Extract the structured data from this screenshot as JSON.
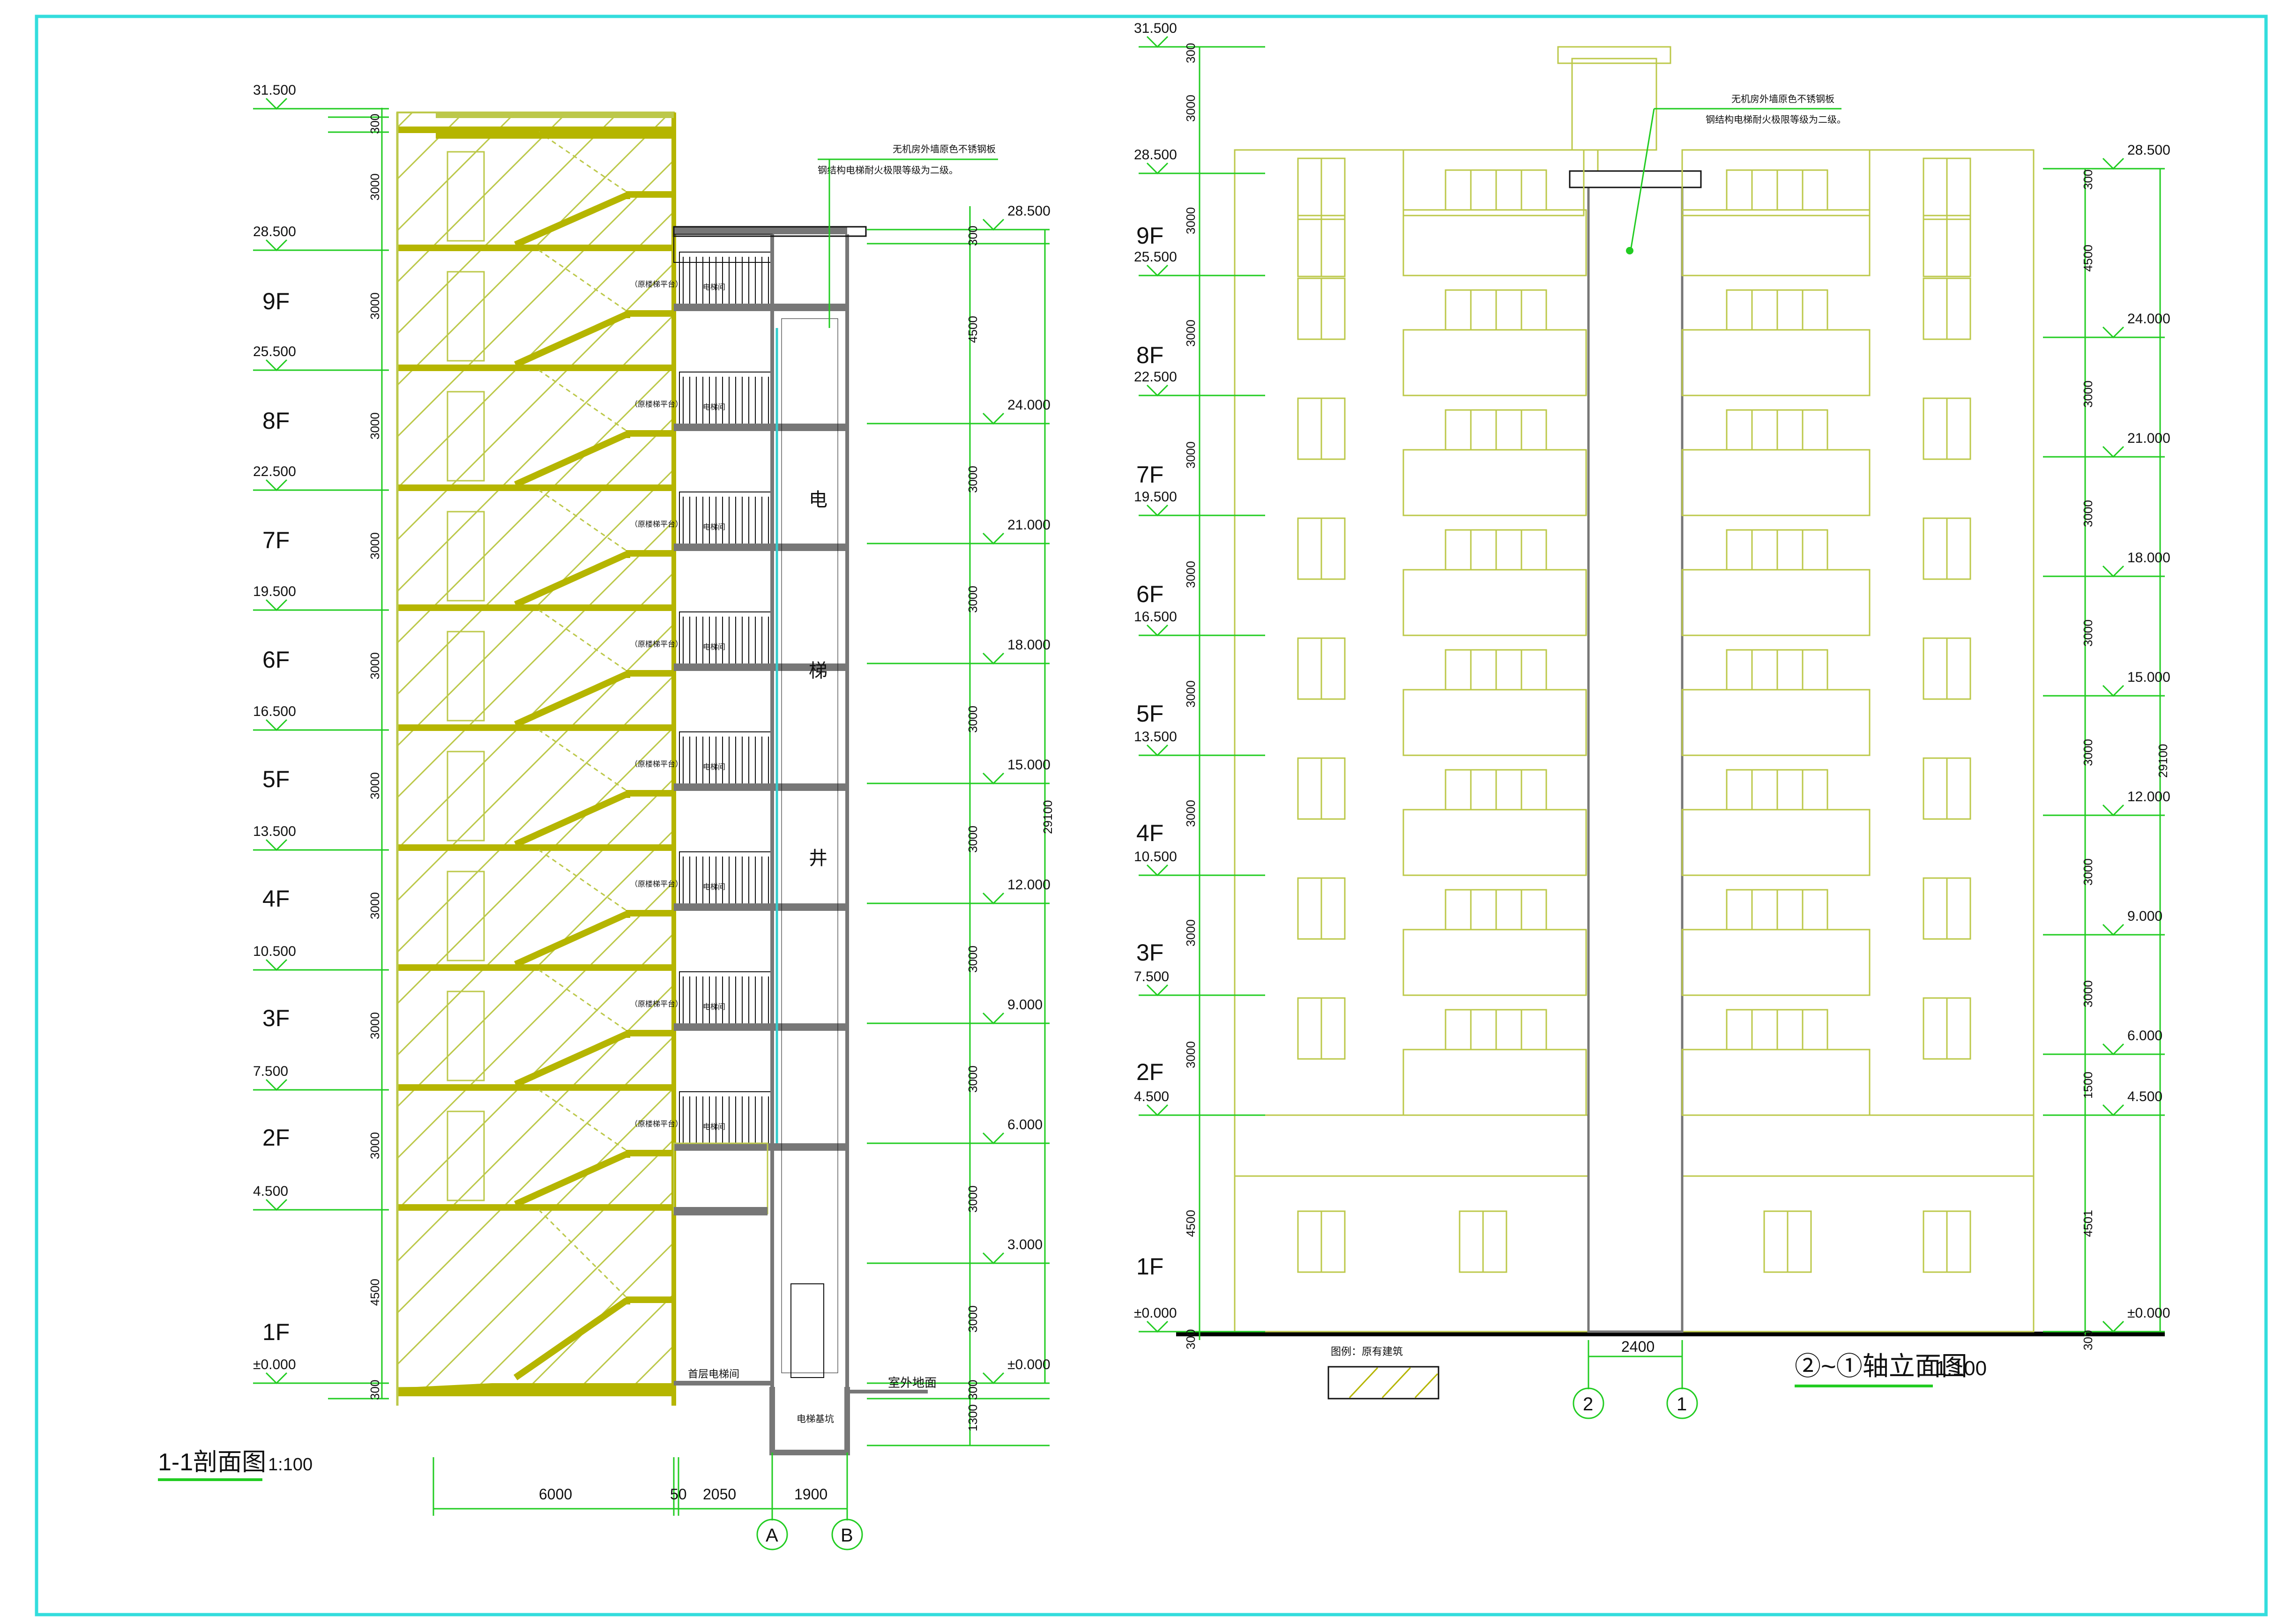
{
  "colors": {
    "frame": "#33dddd",
    "dim": "#22cc22",
    "structure": "#b5b500",
    "outline": "#bcc84a",
    "glass": "#33cccc",
    "ink": "#111111",
    "floor_slab": "#777777",
    "ground": "#000000"
  },
  "section": {
    "title": "1-1剖面图",
    "scale": "1:100",
    "floor_labels": [
      "1F",
      "2F",
      "3F",
      "4F",
      "5F",
      "6F",
      "7F",
      "8F",
      "9F"
    ],
    "left_elevations": [
      "±0.000",
      "4.500",
      "7.500",
      "10.500",
      "13.500",
      "16.500",
      "19.500",
      "22.500",
      "25.500",
      "28.500",
      "31.500"
    ],
    "left_dims": [
      "300",
      "4500",
      "3000",
      "3000",
      "3000",
      "3000",
      "3000",
      "3000",
      "3000",
      "3000",
      "3000",
      "300"
    ],
    "right_elevations": [
      "±0.000",
      "3.000",
      "6.000",
      "9.000",
      "12.000",
      "15.000",
      "18.000",
      "21.000",
      "24.000",
      "28.500"
    ],
    "right_dims": [
      "1300",
      "300",
      "3000",
      "3000",
      "3000",
      "3000",
      "3000",
      "3000",
      "3000",
      "3000",
      "4500",
      "300"
    ],
    "right_total": "29100",
    "bottom_dims": [
      "6000",
      "50",
      "2050",
      "1900"
    ],
    "axes": [
      "A",
      "B"
    ],
    "shaft_chars": [
      "电",
      "梯",
      "井"
    ],
    "landing_label": "（原楼梯平台）",
    "lobby_label": "电梯间",
    "ground_lobby_label": "首层电梯间",
    "pit_label": "电梯基坑",
    "outdoor_label": "室外地面",
    "note_line1": "无机房外墙原色不锈钢板",
    "note_line2": "钢结构电梯耐火极限等级为二级。"
  },
  "elevation": {
    "title": "②~①轴立面图",
    "scale": "1:100",
    "floor_labels": [
      "1F",
      "2F",
      "3F",
      "4F",
      "5F",
      "6F",
      "7F",
      "8F",
      "9F"
    ],
    "left_elevations": [
      "±0.000",
      "4.500",
      "7.500",
      "10.500",
      "13.500",
      "16.500",
      "19.500",
      "22.500",
      "25.500",
      "28.500",
      "31.500"
    ],
    "left_dims": [
      "300",
      "4500",
      "3000",
      "3000",
      "3000",
      "3000",
      "3000",
      "3000",
      "3000",
      "3000",
      "3000",
      "300"
    ],
    "right_elevations": [
      "±0.000",
      "4.500",
      "6.000",
      "9.000",
      "12.000",
      "15.000",
      "18.000",
      "21.000",
      "24.000",
      "28.500"
    ],
    "right_dims": [
      "300",
      "4501",
      "1500",
      "3000",
      "3000",
      "3000",
      "3000",
      "3000",
      "3000",
      "4500",
      "300"
    ],
    "right_total": "29100",
    "bottom_dim": "2400",
    "axes": [
      "2",
      "1"
    ],
    "legend_label": "图例：原有建筑",
    "note_line1": "无机房外墙原色不锈钢板",
    "note_line2": "钢结构电梯耐火极限等级为二级。"
  }
}
